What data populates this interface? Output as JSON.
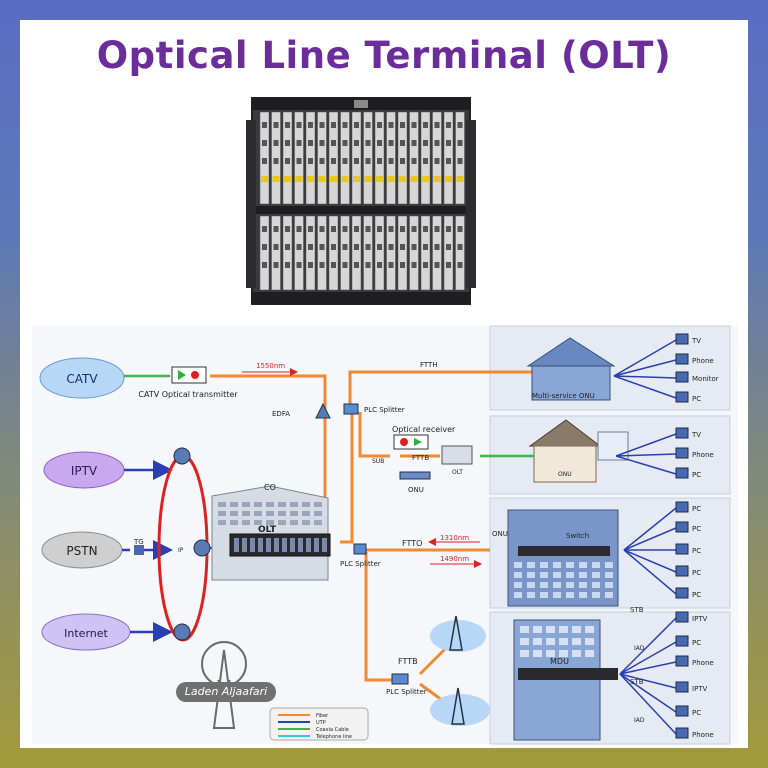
{
  "title": "Optical Line Terminal (OLT)",
  "services": {
    "catv": "CATV",
    "iptv": "IPTV",
    "pstn": "PSTN",
    "internet": "Internet"
  },
  "labels": {
    "catv_optical_transmitter": "CATV  Optical transmitter",
    "wavelength_1550": "1550nm",
    "edfa": "EDFA",
    "ftth": "FTTH",
    "plc_splitter_top": "PLC Splitter",
    "optical_receiver": "Optical receiver",
    "ftt_b_mid": "FTTB",
    "onu_mid": "ONU",
    "olt_small": "OLT",
    "sub": "SUB",
    "co": "CO",
    "olt_main": "OLT",
    "tg": "TG",
    "ip": "IP",
    "plc_splitter_main": "PLC Splitter",
    "ftto": "FTTO",
    "wavelength_1310": "1310nm",
    "wavelength_1490": "1490nm",
    "fttb_bottom": "FTTB",
    "plc_splitter_bottom": "PLC Splitter",
    "multi_service_onu": "Multi-service ONU",
    "onu_house": "ONU",
    "onu_building": "ONU",
    "switch": "Switch",
    "mdu": "MDU",
    "stb_1": "STB",
    "stb_2": "STB",
    "iad_1": "IAD",
    "iad_2": "IAD"
  },
  "devices_group1": [
    "TV",
    "Phone",
    "Monitor",
    "PC"
  ],
  "devices_group2": [
    "TV",
    "Phone",
    "PC"
  ],
  "devices_group3": [
    "PC",
    "PC",
    "PC",
    "PC",
    "PC"
  ],
  "devices_group4": [
    "IPTV",
    "PC",
    "Phone",
    "IPTV",
    "PC",
    "Phone"
  ],
  "legend": [
    "Fiber",
    "UTP",
    "Coaxia Cable",
    "Telephone line"
  ],
  "colors": {
    "fiber": "#f08a30",
    "utp": "#2a3fb0",
    "coax": "#3cb84a",
    "phone_line": "#33c8d8",
    "ring": "#e02020",
    "title": "#6a2d99"
  },
  "watermark": "Laden Aljaafari"
}
